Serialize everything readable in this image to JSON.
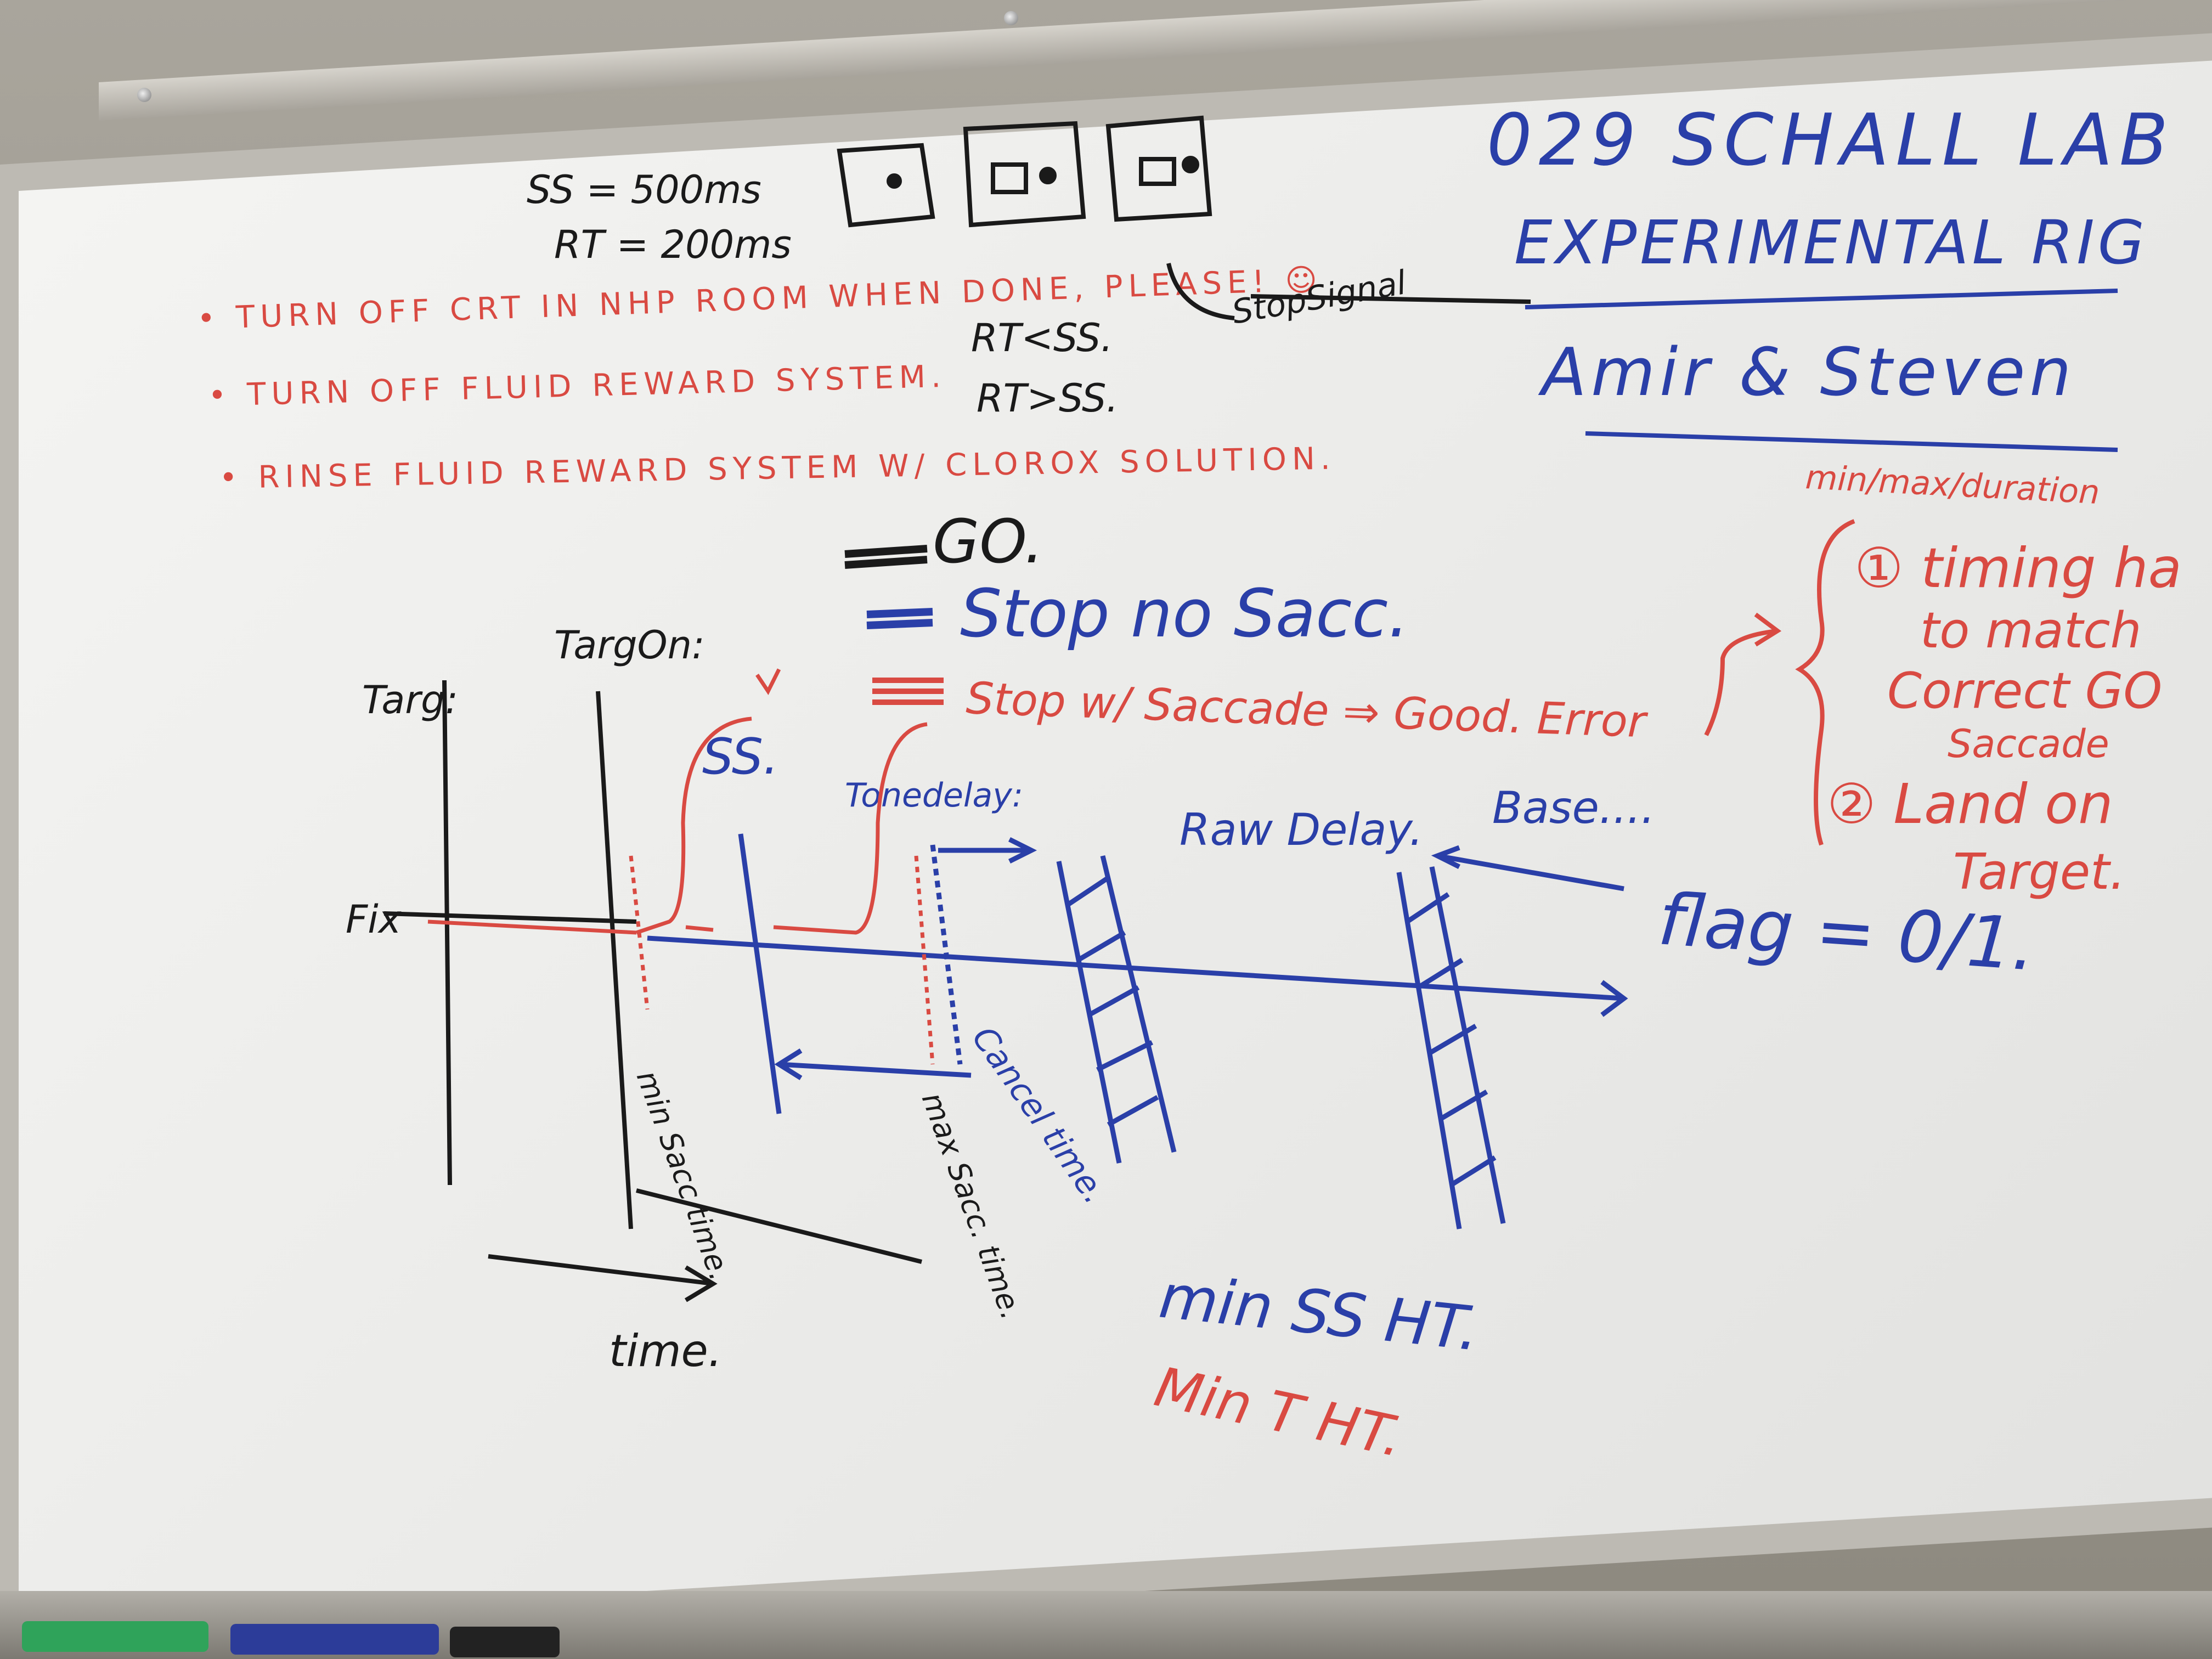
{
  "header": {
    "room": "029 SCHALL LAB",
    "rig": "EXPERIMENTAL RIG",
    "people": "Amir & Steven"
  },
  "reminders": [
    "• TURN OFF CRT IN NHP ROOM WHEN DONE, PLEASE! ☺",
    "• TURN OFF FLUID REWARD SYSTEM.",
    "• RINSE FLUID REWARD SYSTEM W/ CLOROX SOLUTION."
  ],
  "timing": {
    "ss": "SS = 500ms",
    "rt": "RT = 200ms",
    "rt_less": "RT<SS.",
    "rt_more": "RT>SS.",
    "stop_signal": "StopSignal"
  },
  "legend": {
    "go": "GO.",
    "stop_no_sacc": "Stop no Sacc.",
    "stop_w_sacc": "Stop w/ Saccade ⇒ Good. Error"
  },
  "right_notes": {
    "header": "min/max/duration",
    "item1": "① timing ha to match Correct GO Saccade",
    "item1_lines": [
      "① timing ha",
      "to match",
      "Correct GO",
      "Saccade"
    ],
    "item2_lines": [
      "② Land on",
      "Target."
    ]
  },
  "diagram": {
    "targ": "Targ:",
    "targ_on": "TargOn:",
    "fix": "Fix",
    "ss": "SS.",
    "tone_delay": "Tonedelay:",
    "raw_delay": "Raw Delay.",
    "base": "Base....",
    "flag": "flag = 0/1.",
    "cancel_time": "Cancel time.",
    "min_sacc_time": "min Sacc time.",
    "max_sacc_time": "max Sacc. time.",
    "time": "time."
  },
  "bottom": {
    "min_ss_ht": "min SS HT.",
    "min_t_ht": "Min T HT."
  },
  "colors": {
    "black": "#1a1a1a",
    "blue": "#2a3fa8",
    "red": "#d94a42"
  }
}
